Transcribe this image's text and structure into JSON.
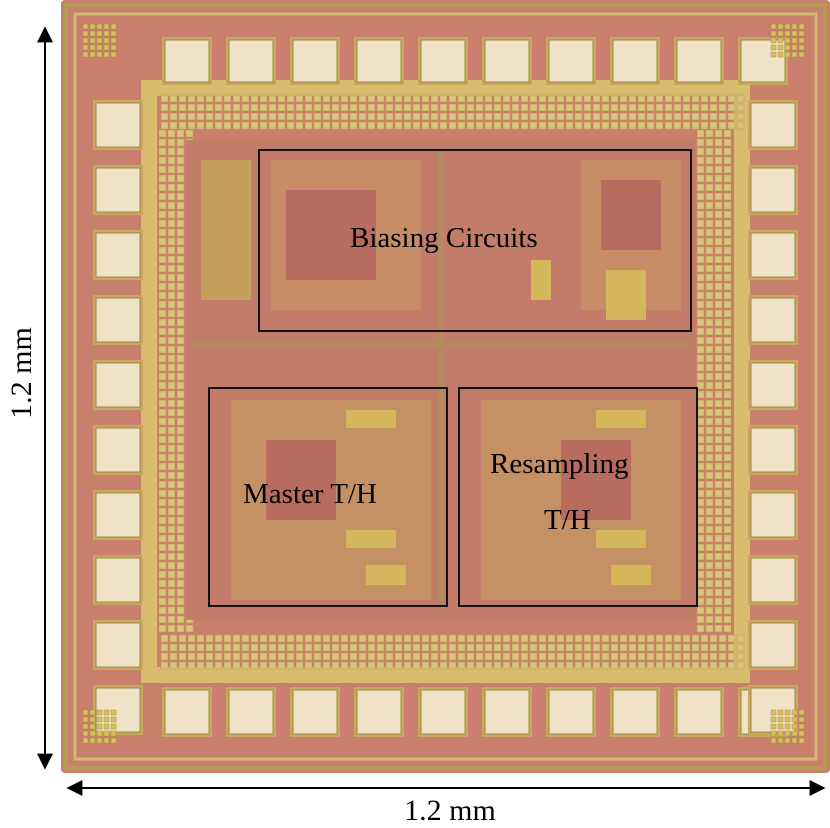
{
  "labels": {
    "biasing": "Biasing Circuits",
    "master": "Master T/H",
    "resampling_line1": "Resampling",
    "resampling_line2": "T/H"
  },
  "dimensions": {
    "vertical": "1.2 mm",
    "horizontal": "1.2 mm"
  },
  "colors": {
    "substrate": "#c8806c",
    "metal_gold": "#c8a85a",
    "metal_light": "#d9c27c",
    "pad_fill": "#efe2c6",
    "outline": "#111111"
  },
  "pads": {
    "top_count": 10,
    "bottom_count": 10,
    "left_count": 10,
    "right_count": 10
  }
}
